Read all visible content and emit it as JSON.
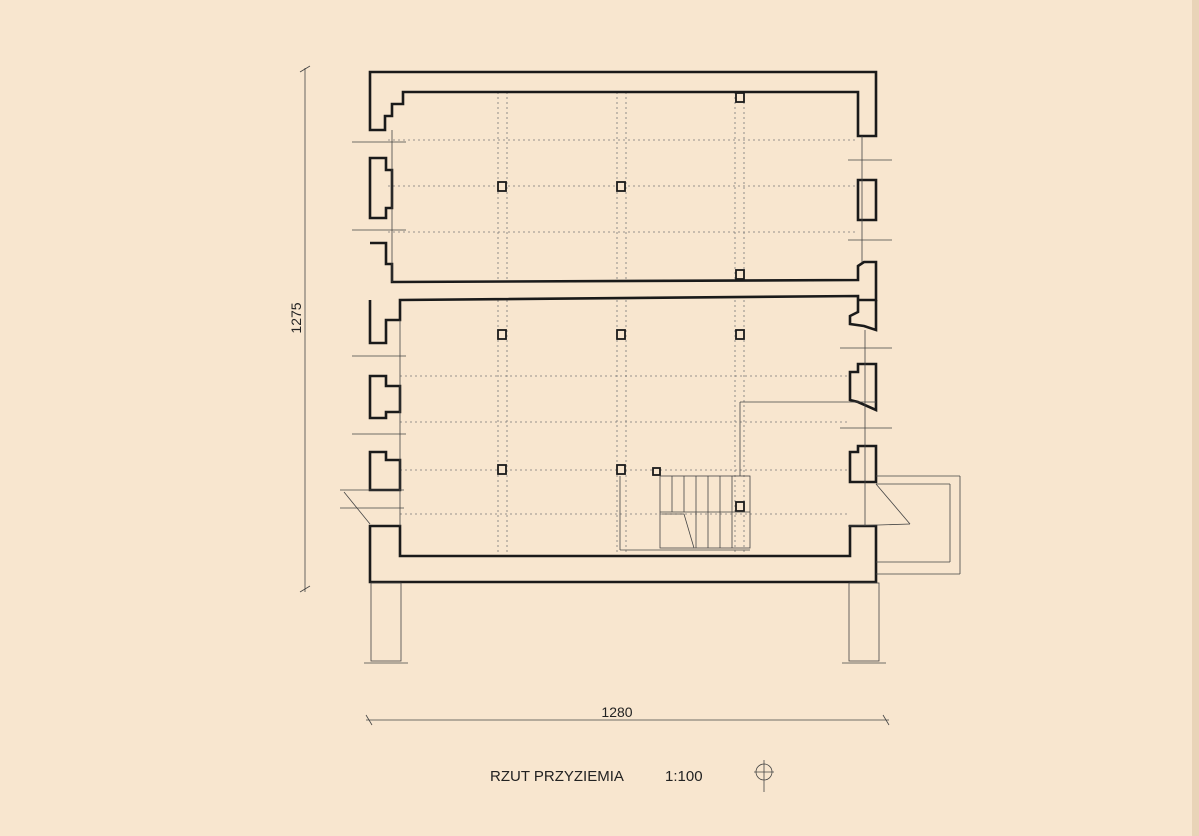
{
  "drawing": {
    "dimension_height": "1275",
    "dimension_width": "1280",
    "title": "RZUT PRZYZIEMIA",
    "scale": "1:100"
  },
  "icons": {
    "north_arrow": "north-arrow-icon"
  },
  "colors": {
    "paper": "#f8e6cf",
    "ink": "#1a1a1a",
    "grid": "#777777"
  }
}
